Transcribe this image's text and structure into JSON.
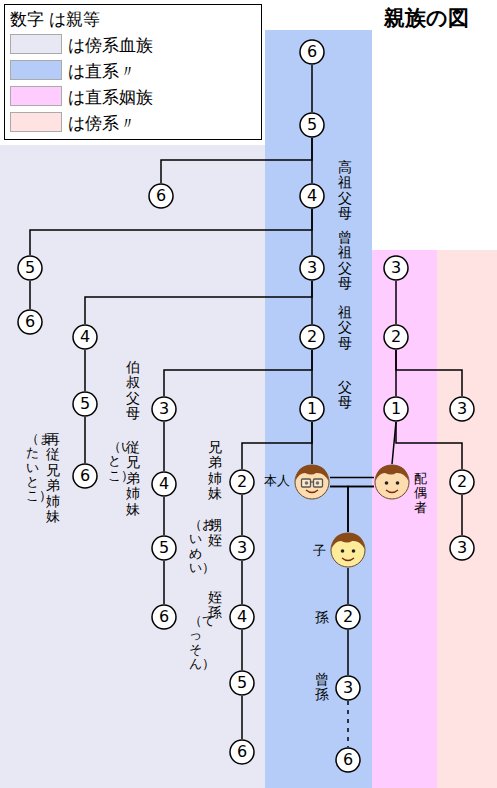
{
  "diagram": {
    "title": "親族の図",
    "nodes": [
      {
        "text": [
          "6"
        ]
      },
      {
        "text": [
          "5"
        ]
      },
      {
        "text": [
          "4"
        ]
      },
      {
        "text": [
          "3"
        ]
      },
      {
        "text": [
          "2"
        ]
      },
      {
        "text": [
          "1"
        ]
      },
      {
        "text": [
          "本人"
        ]
      },
      {
        "text": [
          "6"
        ]
      },
      {
        "text": [
          "5"
        ]
      },
      {
        "text": [
          "6"
        ]
      },
      {
        "text": [
          "4"
        ]
      },
      {
        "text": [
          "5"
        ]
      },
      {
        "text": [
          "6"
        ]
      },
      {
        "text": [
          "3"
        ]
      },
      {
        "text": [
          "4"
        ]
      },
      {
        "text": [
          "5"
        ]
      },
      {
        "text": [
          "6"
        ]
      },
      {
        "text": [
          "2"
        ]
      },
      {
        "text": [
          "3"
        ]
      },
      {
        "text": [
          "4"
        ]
      },
      {
        "text": [
          "5"
        ]
      },
      {
        "text": [
          "6"
        ]
      },
      {
        "text": [
          "配偶者"
        ]
      },
      {
        "text": [
          "1"
        ]
      },
      {
        "text": [
          "2"
        ]
      },
      {
        "text": [
          "3"
        ]
      },
      {
        "text": [
          "3"
        ]
      },
      {
        "text": [
          "2"
        ]
      },
      {
        "text": [
          "3"
        ]
      },
      {
        "text": [
          "子"
        ]
      },
      {
        "text": [
          "2"
        ]
      },
      {
        "text": [
          "3"
        ]
      },
      {
        "text": [
          "6"
        ]
      }
    ],
    "edges": [
      {
        "from": 0,
        "to": 1,
        "arrow": "none"
      },
      {
        "from": 1,
        "to": 2,
        "arrow": "none"
      },
      {
        "from": 2,
        "to": 3,
        "arrow": "none"
      },
      {
        "from": 3,
        "to": 4,
        "arrow": "none"
      },
      {
        "from": 4,
        "to": 5,
        "arrow": "none"
      },
      {
        "from": 5,
        "to": 6,
        "arrow": "none"
      },
      {
        "from": 1,
        "to": 7,
        "arrow": "none"
      },
      {
        "from": 2,
        "to": 8,
        "arrow": "none"
      },
      {
        "from": 8,
        "to": 9,
        "arrow": "none"
      },
      {
        "from": 3,
        "to": 10,
        "arrow": "none"
      },
      {
        "from": 10,
        "to": 11,
        "arrow": "none"
      },
      {
        "from": 11,
        "to": 12,
        "arrow": "none"
      },
      {
        "from": 4,
        "to": 13,
        "arrow": "none"
      },
      {
        "from": 13,
        "to": 14,
        "arrow": "none"
      },
      {
        "from": 14,
        "to": 15,
        "arrow": "none"
      },
      {
        "from": 15,
        "to": 16,
        "arrow": "none"
      },
      {
        "from": 5,
        "to": 17,
        "arrow": "none"
      },
      {
        "from": 17,
        "to": 18,
        "arrow": "none"
      },
      {
        "from": 18,
        "to": 19,
        "arrow": "none"
      },
      {
        "from": 19,
        "to": 20,
        "arrow": "none"
      },
      {
        "from": 20,
        "to": 21,
        "arrow": "none"
      },
      {
        "from": 6,
        "to": 22,
        "arrow": "none"
      },
      {
        "from": 22,
        "to": 23,
        "arrow": "none"
      },
      {
        "from": 23,
        "to": 24,
        "arrow": "none"
      },
      {
        "from": 24,
        "to": 25,
        "arrow": "none"
      },
      {
        "from": 24,
        "to": 26,
        "arrow": "none"
      },
      {
        "from": 23,
        "to": 27,
        "arrow": "none"
      },
      {
        "from": 27,
        "to": 28,
        "arrow": "none"
      },
      {
        "from": 6,
        "to": 29,
        "arrow": "none"
      },
      {
        "from": 22,
        "to": 29,
        "arrow": "none"
      },
      {
        "from": 29,
        "to": 30,
        "arrow": "none"
      },
      {
        "from": 30,
        "to": 31,
        "arrow": "none"
      },
      {
        "from": 31,
        "to": 32,
        "arrow": "none"
      }
    ],
    "labels": [
      "数字 は親等",
      "高祖父母",
      "曾祖父母",
      "祖父母",
      "父母",
      "伯叔父母",
      "従兄弟姉妹",
      "（いとこ）",
      "再従兄弟姉妹",
      "（またいとこ）",
      "兄弟姉妹",
      "甥姪",
      "（おいめい）",
      "姪孫",
      "（てっそん）",
      "孫",
      "曾孫"
    ],
    "legend": [
      {
        "text": "は傍系血族",
        "color": "#e8e8f4"
      },
      {
        "text": "は直系〃",
        "color": "#b4ccf7"
      },
      {
        "text": "は直系姻族",
        "color": "#ffccff"
      },
      {
        "text": "は傍系〃",
        "color": "#ffe2e2"
      }
    ]
  }
}
